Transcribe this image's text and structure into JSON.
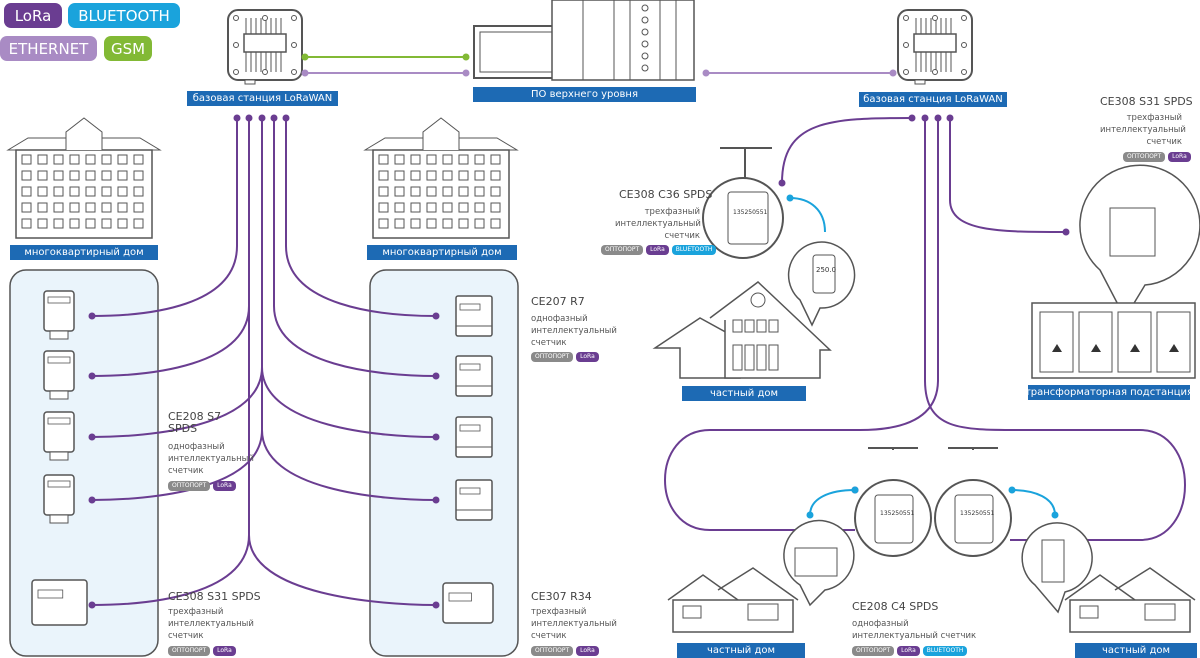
{
  "legend": {
    "lora": "LoRa",
    "bluetooth": "BLUETOOTH",
    "ethernet": "ETHERNET",
    "gsm": "GSM"
  },
  "colors": {
    "lora": "#6a3d91",
    "bluetooth": "#1aa3dc",
    "ethernet": "#a98bc4",
    "gsm": "#82b935",
    "label": "#1d6ab4",
    "panel": "#eaf4fb"
  },
  "labels": {
    "base_station_left": "базовая станция LoRaWAN",
    "software": "ПО верхнего уровня",
    "base_station_right": "базовая станция LoRaWAN",
    "building_left": "многоквартирный дом",
    "building_middle": "многоквартирный дом",
    "private_house": "частный дом",
    "substation": "трансформаторная подстанция",
    "private_house_bl": "частный дом",
    "private_house_br": "частный дом"
  },
  "tags": {
    "optoport": "ОПТОПОРТ",
    "lora": "LoRa",
    "bluetooth": "BLUETOOTH"
  },
  "meters": {
    "ce208s7": {
      "model": "CE208 S7 SPDS",
      "desc": "однофазный интеллектуальный счетчик"
    },
    "ce308s31_left": {
      "model": "CE308 S31 SPDS",
      "desc": "трехфазный интеллектуальный счетчик"
    },
    "ce207r7": {
      "model": "CE207 R7",
      "desc": "однофазный интеллектуальный счетчик"
    },
    "ce307r34": {
      "model": "CE307 R34",
      "desc": "трехфазный интеллектуальный счетчик"
    },
    "ce308c36": {
      "model": "CE308 C36 SPDS",
      "desc": "трехфазный интеллектуальный счетчик"
    },
    "ce308s31_right": {
      "model": "CE308 S31 SPDS",
      "desc": "трехфазный интеллектуальный счетчик"
    },
    "ce208c4": {
      "model": "CE208 C4 SPDS",
      "desc": "однофазный интеллектуальный счетчик"
    }
  },
  "displays": {
    "meter_serial": "135250551",
    "phone_reading": "250.0"
  }
}
